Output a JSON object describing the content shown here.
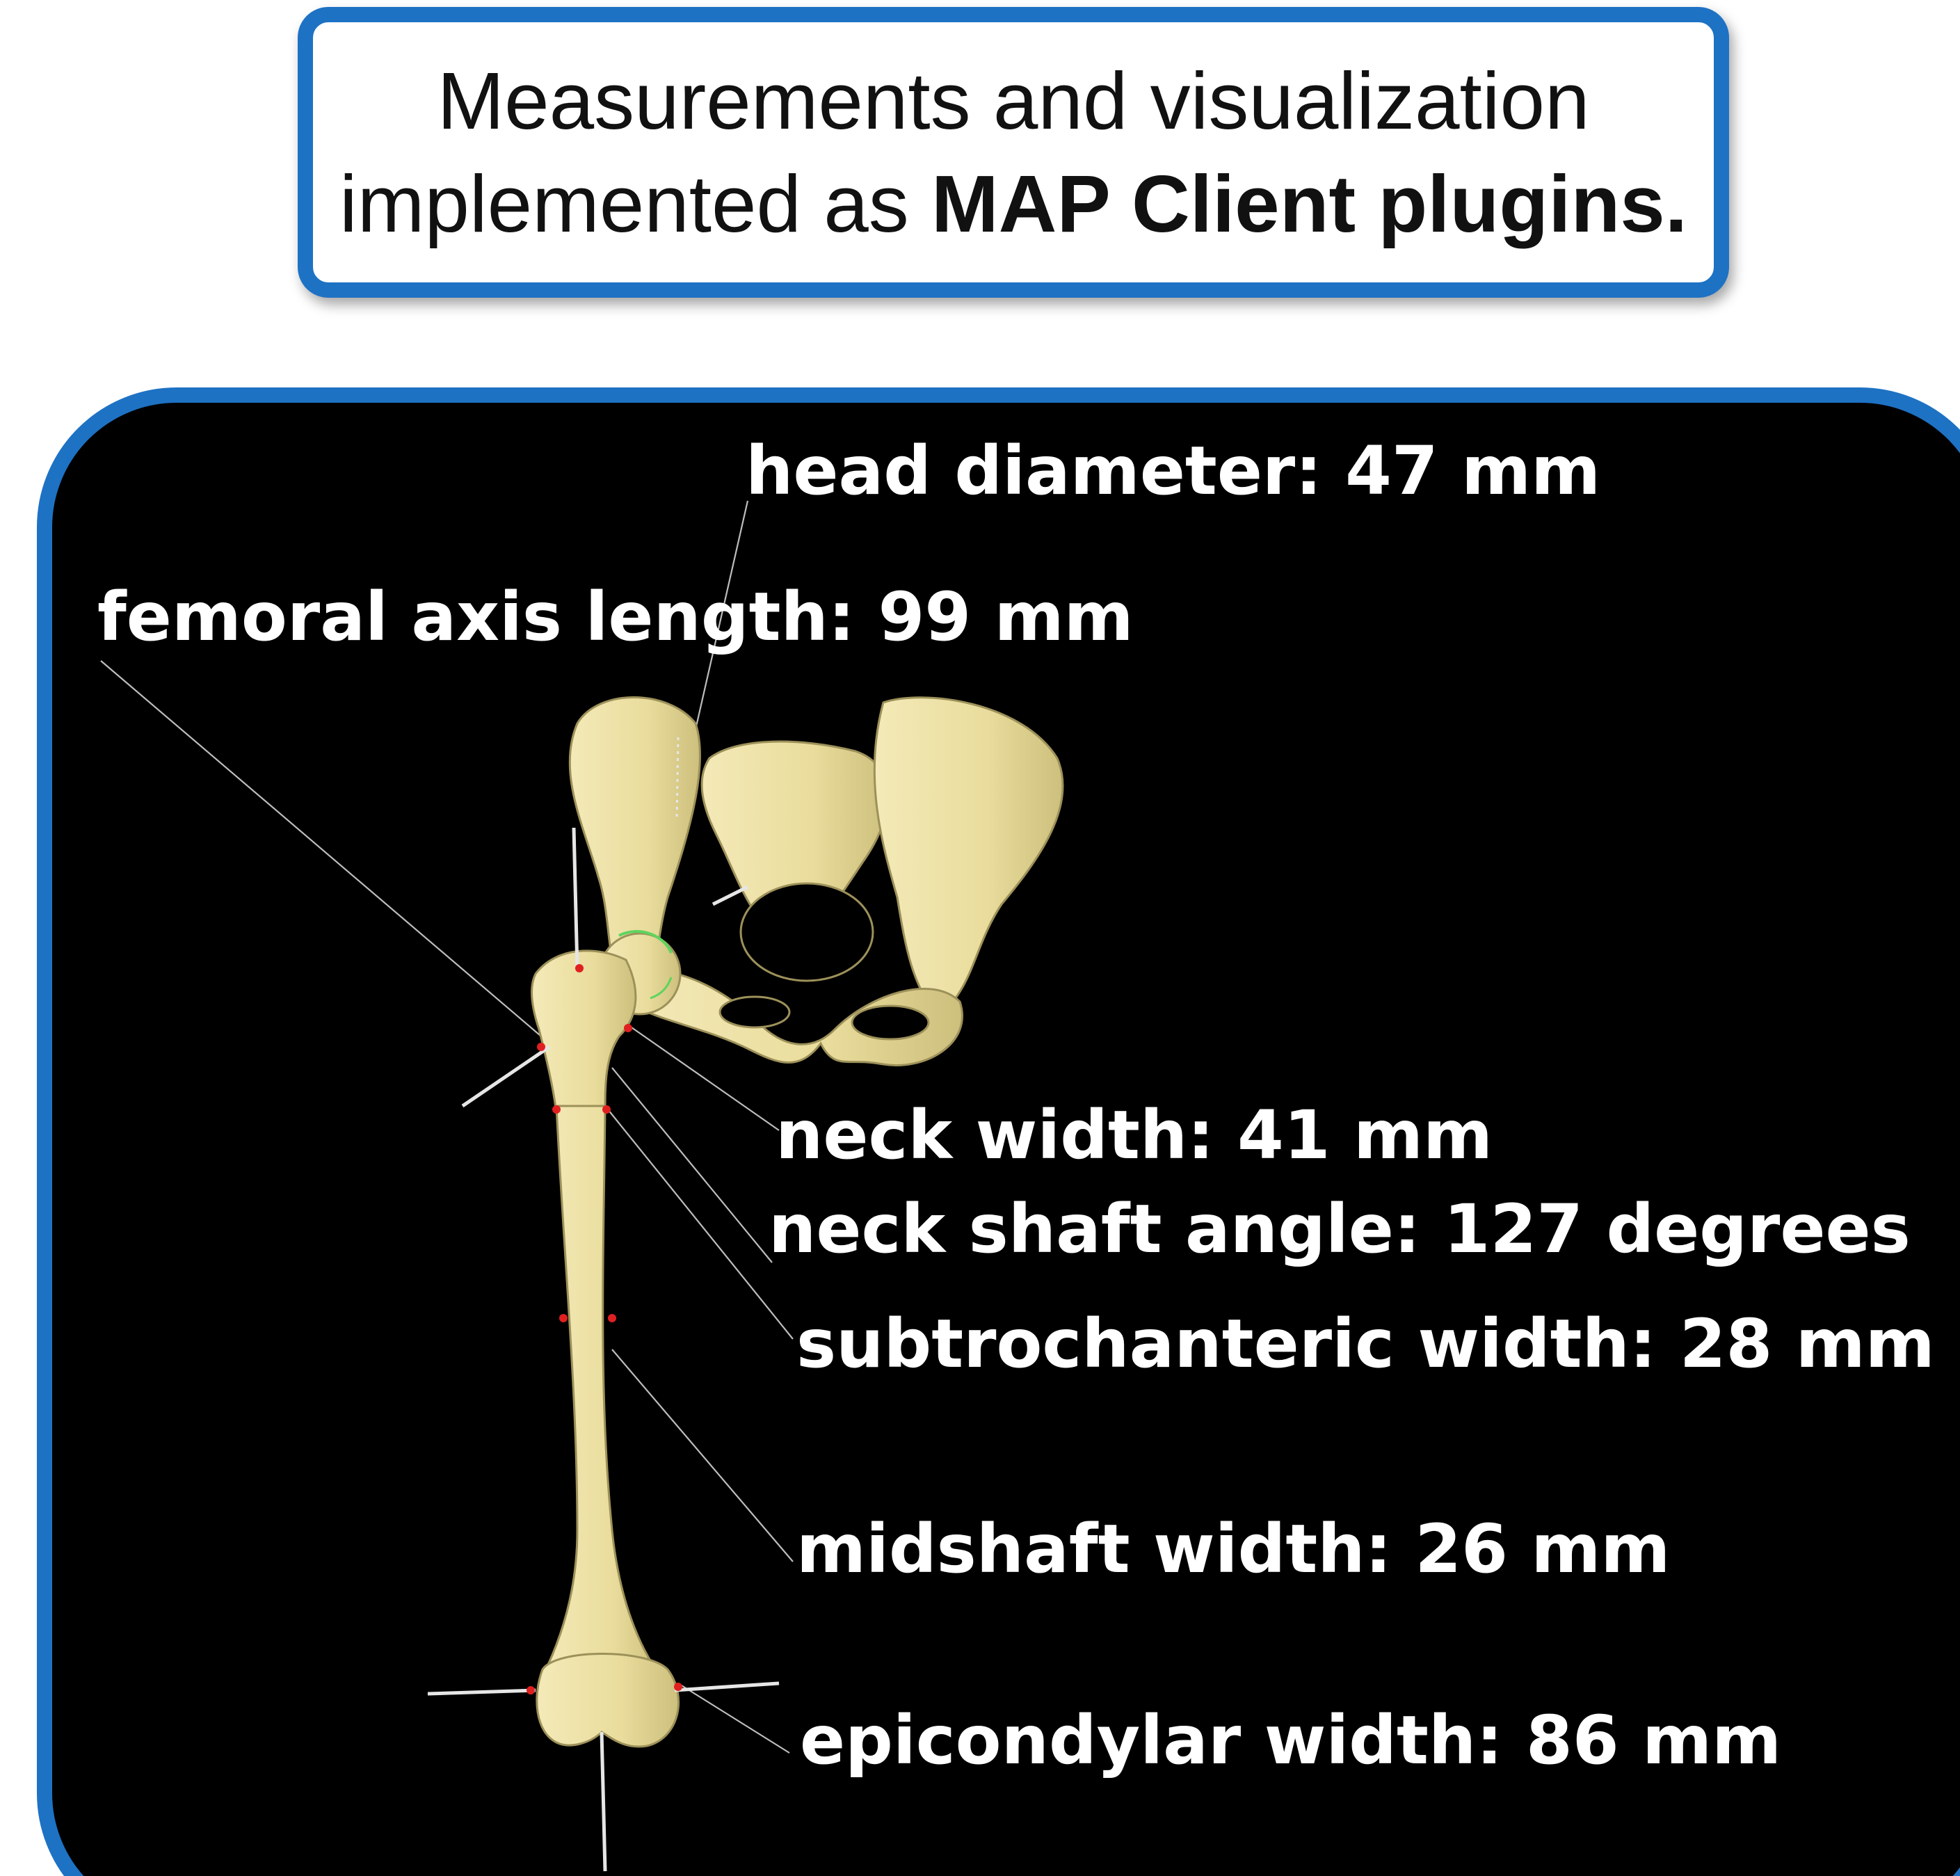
{
  "caption": {
    "line1": "Measurements and visualization",
    "line2_prefix": "implemented as ",
    "line2_bold": "MAP Client plugins."
  },
  "measurements": {
    "head_diameter": "head diameter:   47 mm",
    "femoral_axis_length": "femoral axis length:   99 mm",
    "neck_width": "neck width:   41 mm",
    "neck_shaft_angle": "neck shaft angle:   127 degrees",
    "subtrochanteric_width": "subtrochanteric width:   28 mm",
    "midshaft_width": "midshaft width:   26 mm",
    "epicondylar_width": "epicondylar width:   86 mm"
  },
  "colors": {
    "frame_blue": "#1d72c4",
    "bone": "#ecdfa0",
    "background": "#000000",
    "marker": "#e02020"
  }
}
